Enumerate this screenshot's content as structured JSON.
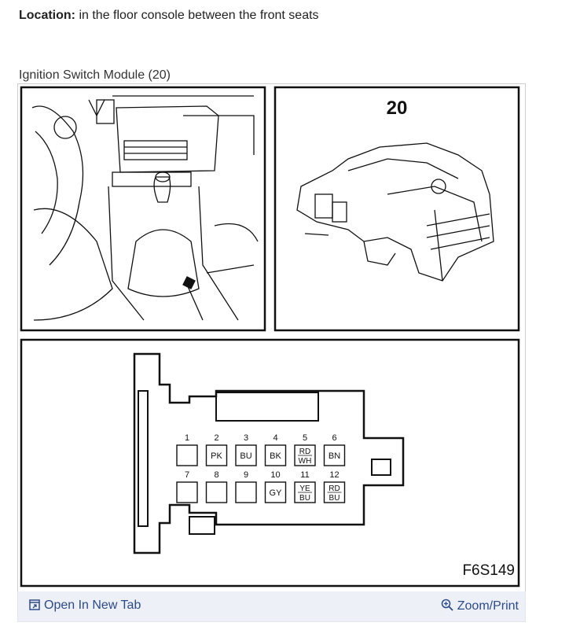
{
  "header": {
    "location_label": "Location:",
    "location_text": "in the floor console between the front seats"
  },
  "figure": {
    "caption": "Ignition Switch Module (20)",
    "component_number": "20",
    "figure_code": "F6S149",
    "connector": {
      "top_row": [
        {
          "pin": "1",
          "color": ""
        },
        {
          "pin": "2",
          "color": "PK"
        },
        {
          "pin": "3",
          "color": "BU"
        },
        {
          "pin": "4",
          "color": "BK"
        },
        {
          "pin": "5",
          "color_line1": "RD",
          "color_line2": "WH"
        },
        {
          "pin": "6",
          "color": "BN"
        }
      ],
      "bottom_row": [
        {
          "pin": "7",
          "color": ""
        },
        {
          "pin": "8",
          "color": ""
        },
        {
          "pin": "9",
          "color": ""
        },
        {
          "pin": "10",
          "color": "GY"
        },
        {
          "pin": "11",
          "color_line1": "YE",
          "color_line2": "BU"
        },
        {
          "pin": "12",
          "color_line1": "RD",
          "color_line2": "BU"
        }
      ]
    }
  },
  "footer": {
    "open_tab_label": "Open In New Tab",
    "zoom_label": "Zoom/Print"
  },
  "icons": {
    "open_tab": "open-new-tab-icon",
    "zoom": "zoom-magnifier-icon"
  }
}
